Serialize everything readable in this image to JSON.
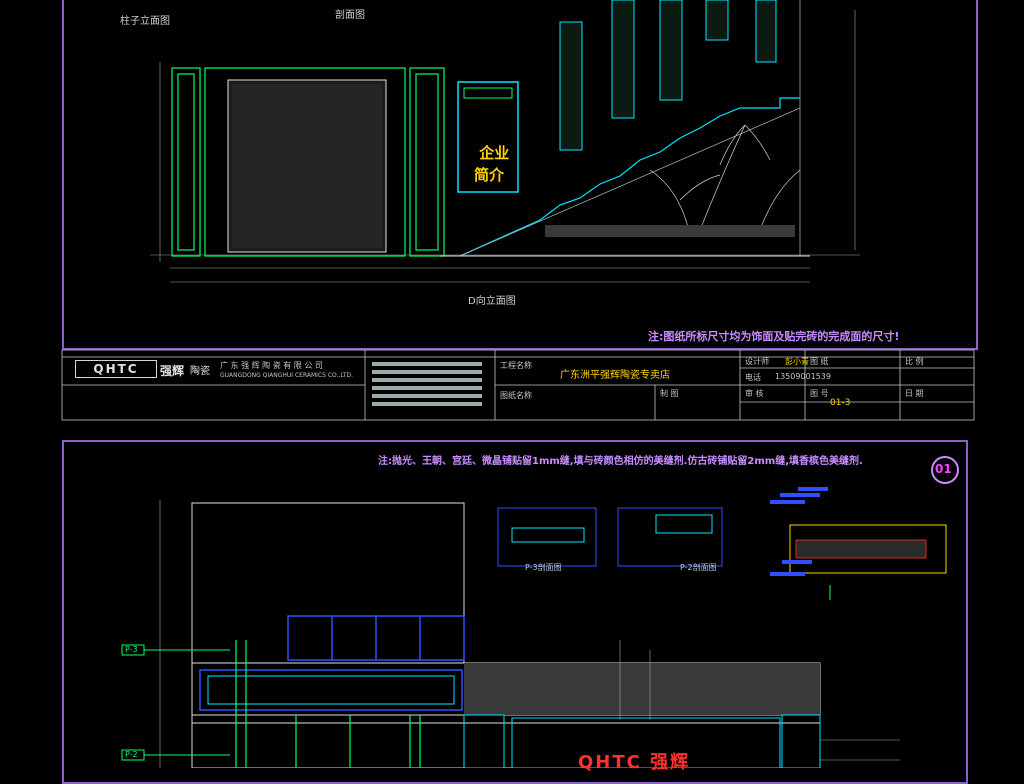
{
  "top_sheet": {
    "column_elevation_label": "柱子立面图",
    "section_label": "剖面图",
    "elevation_label": "D向立面图",
    "company_profile": "企业\n简介",
    "note": "注:图纸所标尺寸均为饰面及贴完砖的完成面的尺寸!"
  },
  "title_block": {
    "logo": "QHTC",
    "logo_cn": "强辉",
    "logo_tail": "陶瓷",
    "company_name": "广 东 强 辉 陶 瓷 有 限 公 司",
    "company_name_en": "GUANGDONG  QIANGHUI  CERAMICS  CO.,LTD.",
    "project_label": "工程名称",
    "project_name": "广东洲平强辉陶瓷专卖店",
    "drawing_name_label": "图纸名称",
    "designer_label": "设计师",
    "designer_name": "彭小青",
    "phone_label": "电话",
    "phone": "13509001539",
    "drawing_label": "图 纸",
    "drawing_no_label": "图 号",
    "drawing_no": "01-3",
    "review_label": "审 核",
    "draw_label": "制 图",
    "scale_label": "比 例",
    "date_label": "日 期"
  },
  "bottom_sheet": {
    "note": "注:抛光、王朝、宫廷、微晶铺贴留1mm缝,填与砖颜色相仿的美缝剂.仿古砖铺贴留2mm缝,填香槟色美缝剂.",
    "sheet_no": "01",
    "section_p3": "P-3剖面图",
    "section_p2": "P-2剖面图",
    "tag_p3": "P-3",
    "tag_p2": "P-2",
    "sign_text": "QHTC 强辉"
  },
  "colors": {
    "frame": "#8f5fc7",
    "cyan": "#00e5ff",
    "green": "#00ff66",
    "blue": "#3050ff",
    "yellow": "#ffd200",
    "red": "#ff3030",
    "white": "#e0e0e0"
  }
}
